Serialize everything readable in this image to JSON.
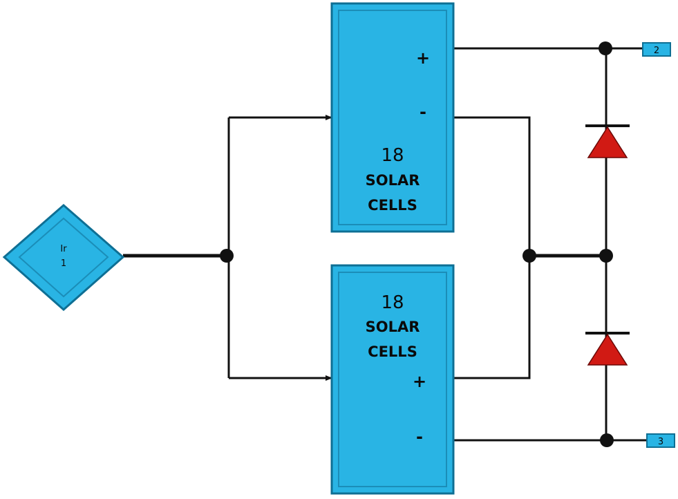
{
  "colors": {
    "block_fill": "#29b4e4",
    "block_edge": "#0e6f94",
    "diode_fill": "#d11a14",
    "wire": "#111111"
  },
  "source": {
    "label_line1": "Ir",
    "label_line2": "1"
  },
  "top_module": {
    "count": "18",
    "line1": "SOLAR",
    "line2": "CELLS",
    "plus": "+",
    "minus": "-"
  },
  "bottom_module": {
    "count": "18",
    "line1": "SOLAR",
    "line2": "CELLS",
    "plus": "+",
    "minus": "-"
  },
  "ports": {
    "top": "2",
    "bottom": "3"
  }
}
